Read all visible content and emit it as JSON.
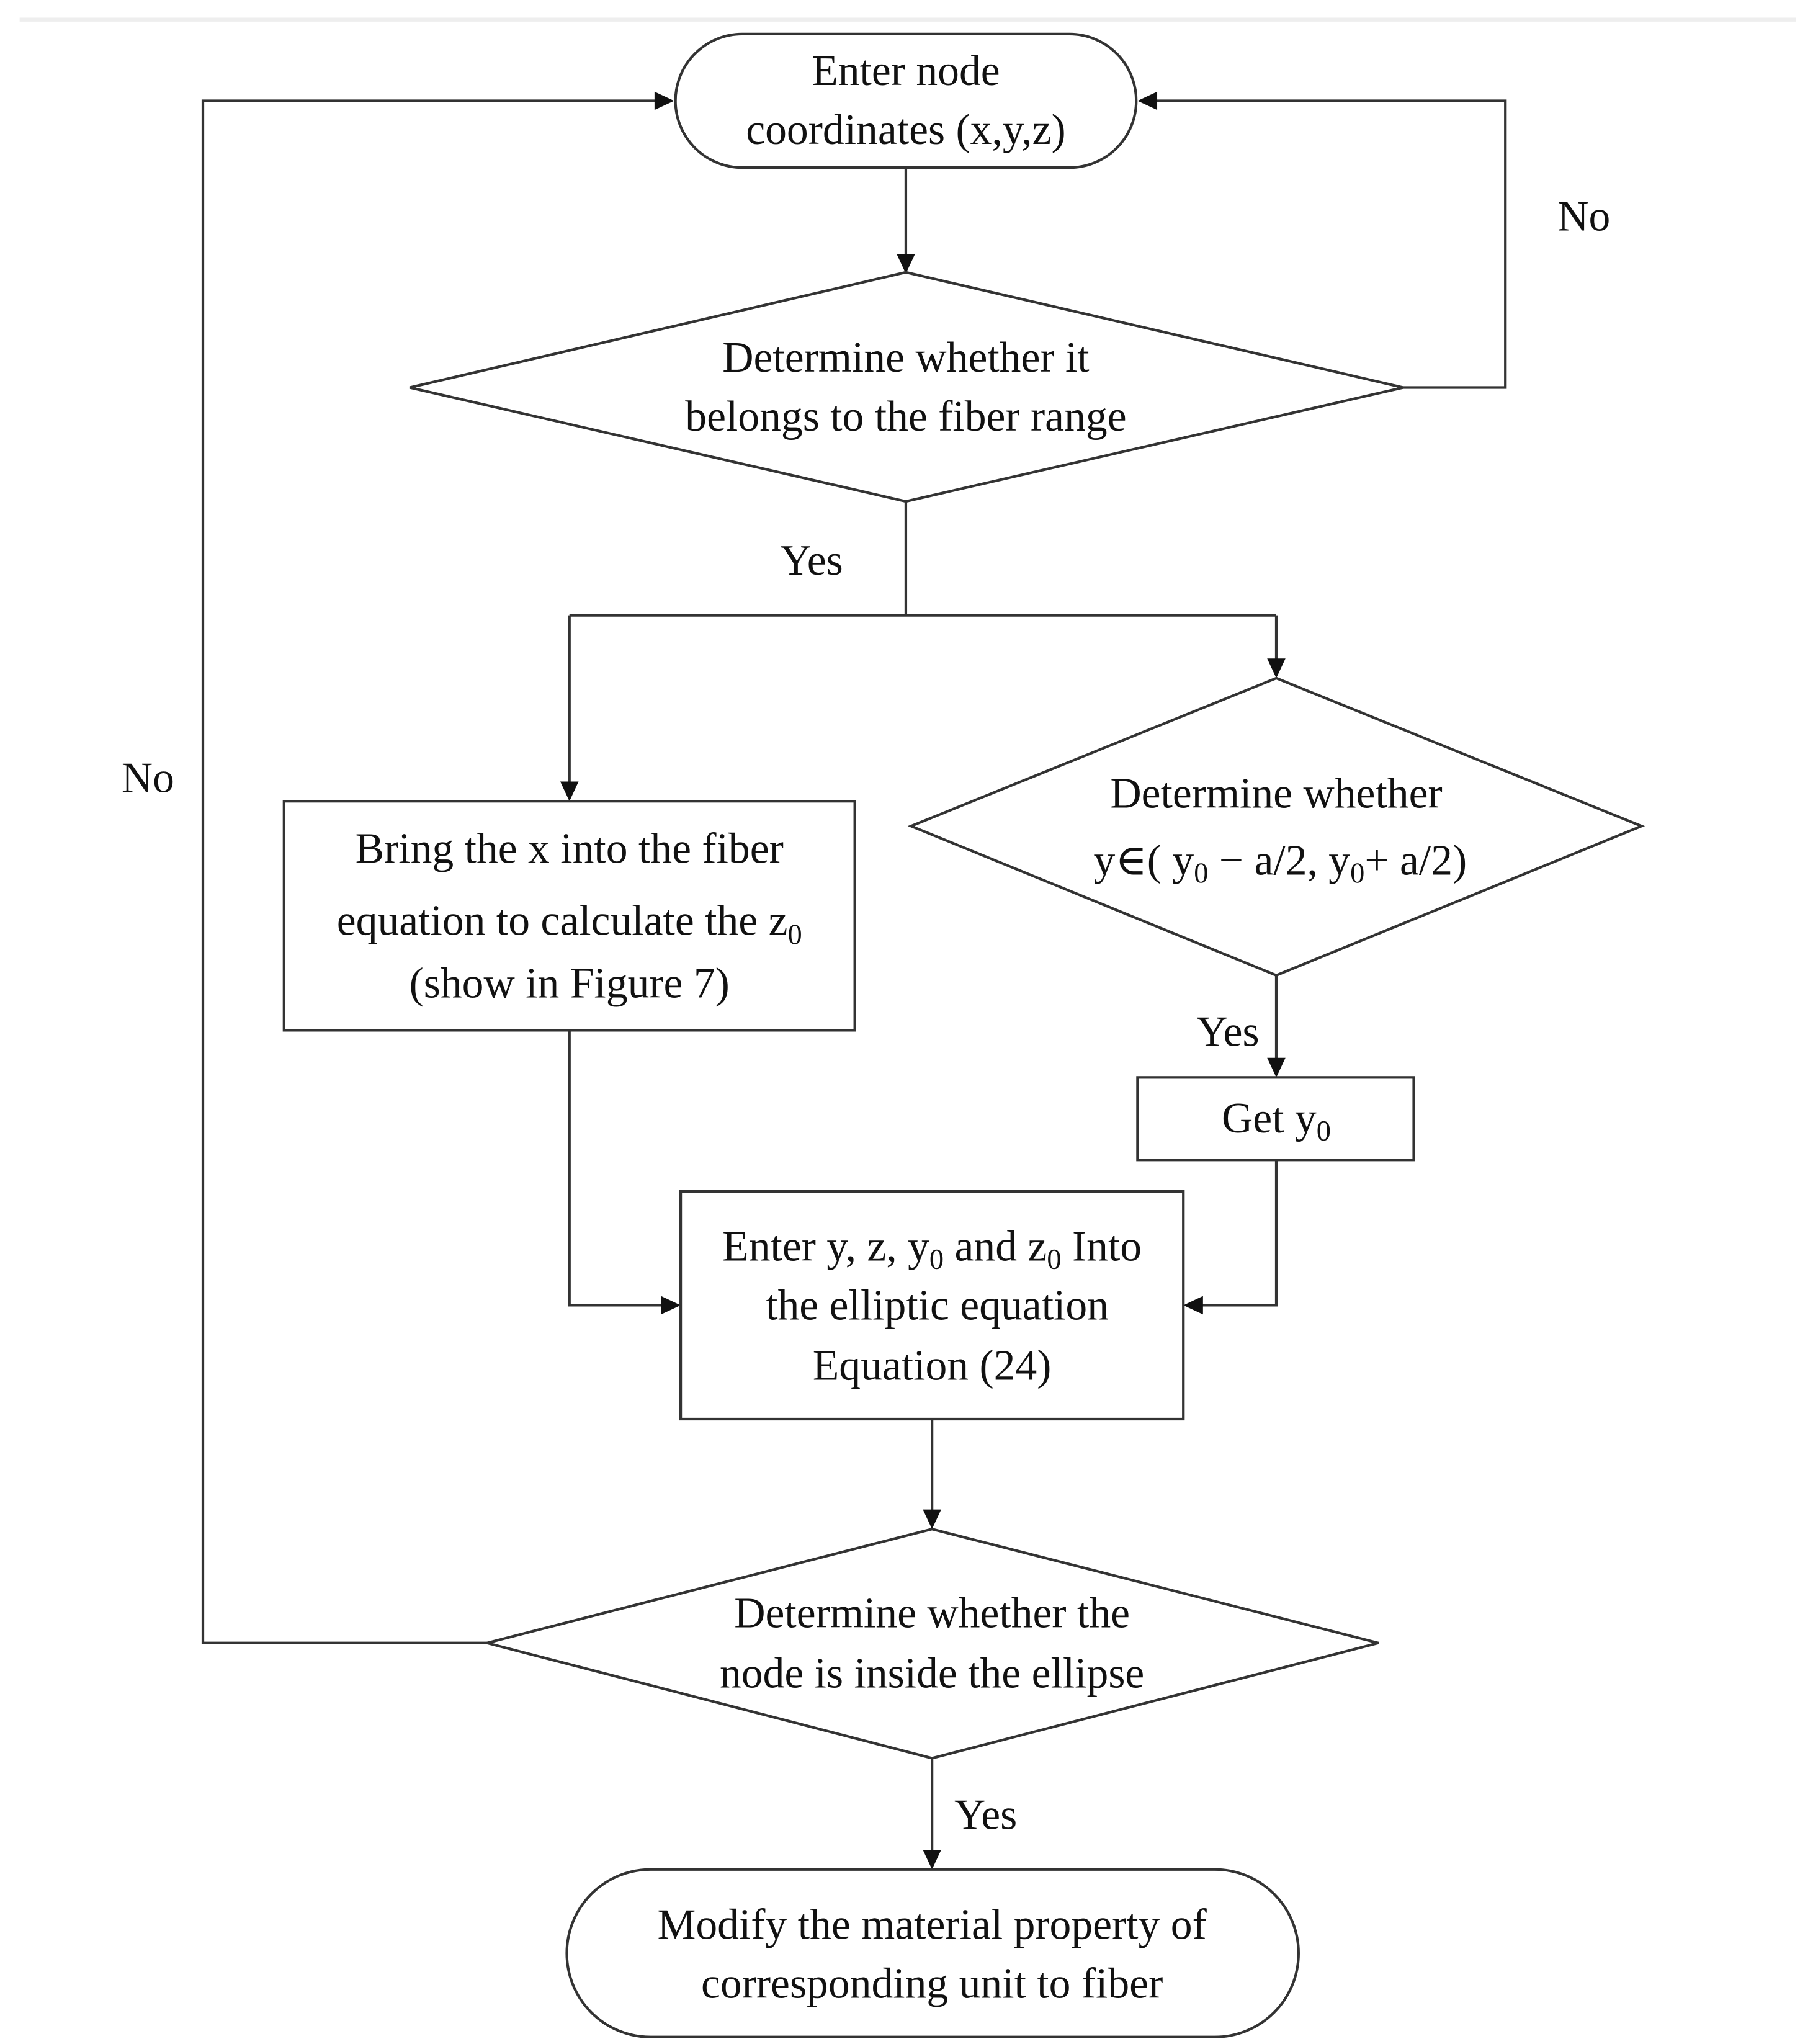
{
  "nodes": {
    "start": {
      "line1": "Enter node",
      "line2": "coordinates (x,y,z)"
    },
    "decision_fiber_range": {
      "line1": "Determine whether it",
      "line2": "belongs to the fiber range"
    },
    "calc_z0": {
      "line1": "Bring the x  into the fiber",
      "line2_a": "equation to calculate the z",
      "line2_sub": "0",
      "line3": "(show in Figure 7)"
    },
    "decision_y_range": {
      "line1": "Determine whether",
      "line2_a": "y∈( y",
      "sub1": "0",
      "line2_b": " − a/2, y",
      "sub2": "0",
      "line2_c": "+ a/2)"
    },
    "get_y0": {
      "text": "Get y",
      "sub": "0"
    },
    "elliptic": {
      "line1_a": "Enter y, z, y",
      "sub1": "0",
      "line1_b": " and z",
      "sub2": "0",
      "line1_c": " Into",
      "line2": "the elliptic equation",
      "line3": "Equation (24)"
    },
    "decision_ellipse": {
      "line1": "Determine whether the",
      "line2": "node is inside the ellipse"
    },
    "end": {
      "line1": "Modify the material property of",
      "line2": "corresponding unit to fiber"
    }
  },
  "edge_labels": {
    "no_right": "No",
    "no_left": "No",
    "yes_fiber": "Yes",
    "yes_y_range": "Yes",
    "yes_ellipse": "Yes"
  }
}
